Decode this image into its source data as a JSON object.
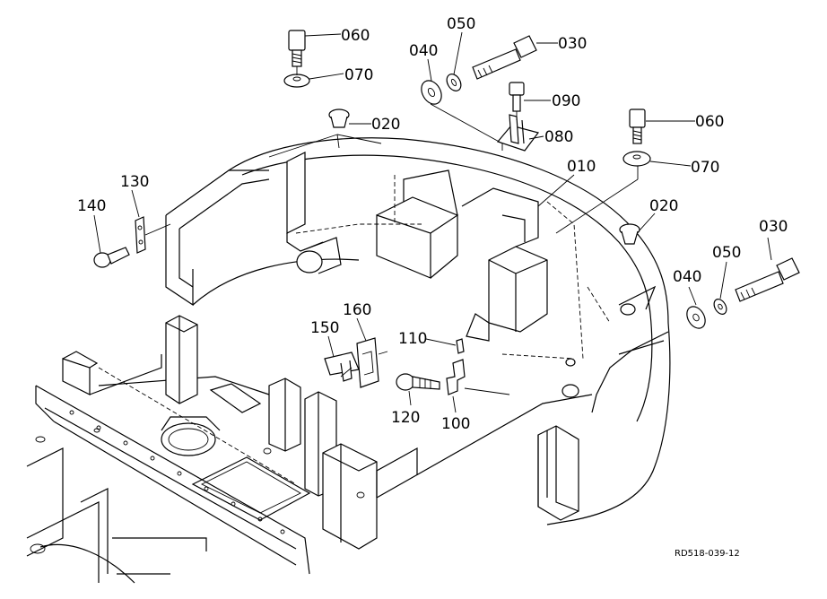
{
  "diagram": {
    "callouts": [
      {
        "id": "c060a",
        "label": "060"
      },
      {
        "id": "c070a",
        "label": "070"
      },
      {
        "id": "c040a",
        "label": "040"
      },
      {
        "id": "c050a",
        "label": "050"
      },
      {
        "id": "c030a",
        "label": "030"
      },
      {
        "id": "c090",
        "label": "090"
      },
      {
        "id": "c080",
        "label": "080"
      },
      {
        "id": "c020a",
        "label": "020"
      },
      {
        "id": "c010",
        "label": "010"
      },
      {
        "id": "c060b",
        "label": "060"
      },
      {
        "id": "c070b",
        "label": "070"
      },
      {
        "id": "c020b",
        "label": "020"
      },
      {
        "id": "c030b",
        "label": "030"
      },
      {
        "id": "c040b",
        "label": "040"
      },
      {
        "id": "c050b",
        "label": "050"
      },
      {
        "id": "c130",
        "label": "130"
      },
      {
        "id": "c140",
        "label": "140"
      },
      {
        "id": "c150",
        "label": "150"
      },
      {
        "id": "c160",
        "label": "160"
      },
      {
        "id": "c110",
        "label": "110"
      },
      {
        "id": "c120",
        "label": "120"
      },
      {
        "id": "c100",
        "label": "100"
      }
    ],
    "reference_code": "RD518-039-12"
  }
}
